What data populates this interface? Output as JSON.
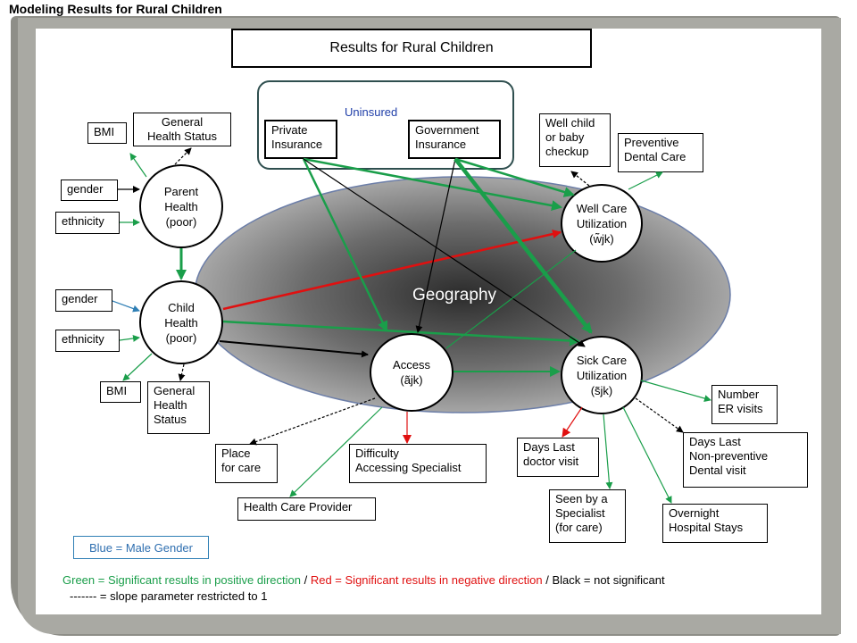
{
  "slide_title": "Modeling Results for Rural Children",
  "header": "Results for Rural Children",
  "uninsured_label": "Uninsured",
  "geography_label": "Geography",
  "boxes": {
    "bmi_parent": "BMI",
    "general_health_parent": "General\nHealth Status",
    "gender_parent": "gender",
    "ethnicity_parent": "ethnicity",
    "gender_child": "gender",
    "ethnicity_child": "ethnicity",
    "bmi_child": "BMI",
    "general_health_child": "General\nHealth\nStatus",
    "private_insurance": "Private\nInsurance",
    "government_insurance": "Government\nInsurance",
    "well_child": "Well child\nor baby\ncheckup",
    "preventive_dental": "Preventive\nDental Care",
    "number_er": "Number\nER visits",
    "days_last_nonprev": "Days Last\nNon-preventive\nDental visit",
    "days_last_doctor": "Days Last\ndoctor visit",
    "seen_specialist": "Seen by a\nSpecialist\n(for care)",
    "overnight_hospital": "Overnight\nHospital  Stays",
    "place_for_care": "Place\nfor care",
    "difficulty_specialist": "Difficulty\nAccessing Specialist",
    "health_care_provider": "Health Care Provider"
  },
  "nodes": {
    "parent_health": "Parent\nHealth\n(poor)",
    "child_health": "Child\nHealth\n(poor)",
    "access": "Access\n(ãjk)",
    "well_care": "Well Care\nUtilization\n(w̃jk)",
    "sick_care": "Sick Care\nUtilization\n(s̃jk)"
  },
  "legend": {
    "blue": "Blue = Male Gender",
    "green": "Green = Significant results in positive direction",
    "sep1": " /  ",
    "red": "Red = Significant results in negative direction",
    "sep2": " / ",
    "black": "Black = not significant",
    "dashed": "------- = slope parameter restricted to 1"
  },
  "colors": {
    "green": "#1a9e4a",
    "red": "#e01010",
    "black": "#000000",
    "blue": "#2f7fb5"
  }
}
